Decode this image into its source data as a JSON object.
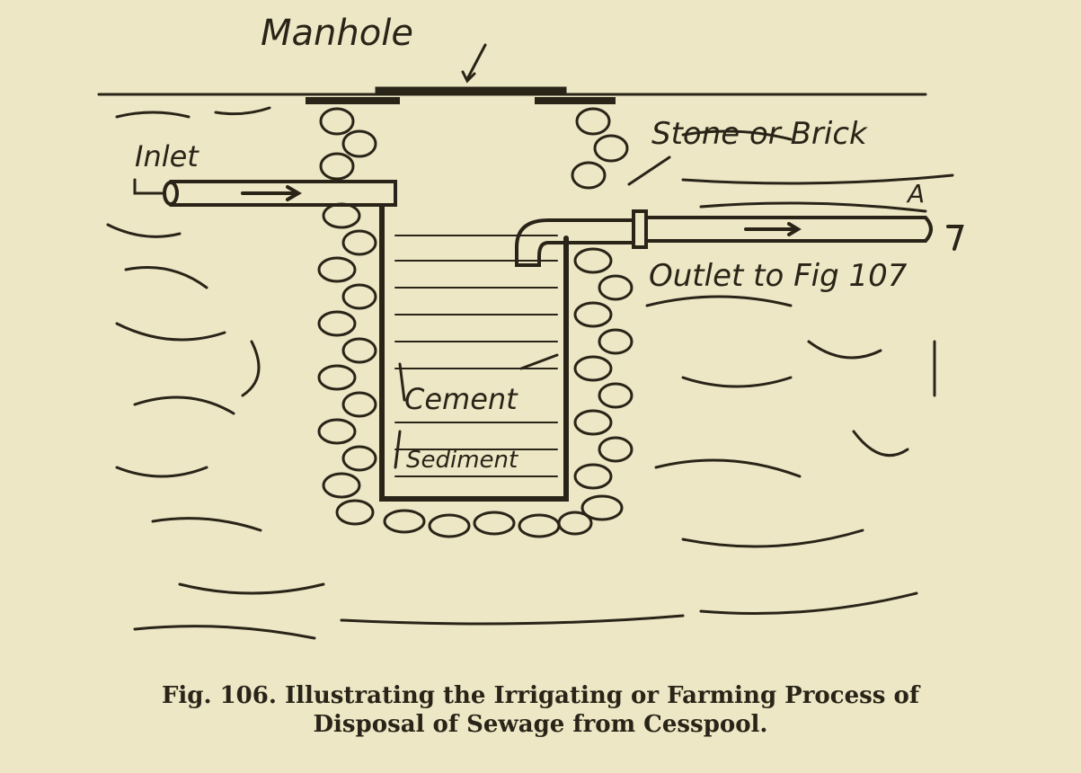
{
  "labels": {
    "manhole": "Manhole",
    "inlet": "Inlet",
    "stone_or_brick": "Stone or Brick",
    "point_a": "A",
    "outlet": "Outlet to Fig 107",
    "cement": "Cement",
    "sediment": "Sediment"
  },
  "caption": {
    "line1": "Fig. 106. Illustrating the Irrigating or Farming Process of",
    "line2": "Disposal of Sewage from Cesspool."
  },
  "colors": {
    "paper": "#ede7c6",
    "ink": "#2a2418"
  }
}
